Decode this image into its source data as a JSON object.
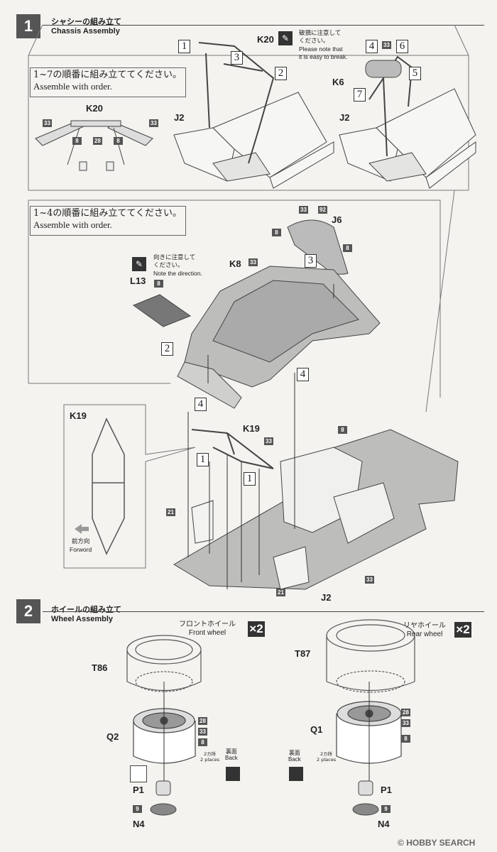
{
  "step1": {
    "number": "1",
    "title_jp": "シャシーの組み立て",
    "title_en": "Chassis Assembly",
    "order_box1": {
      "jp": "1~7の順番に組み立ててください。",
      "en": "Assemble with order."
    },
    "order_box2": {
      "jp": "1~4の順番に組み立ててください。",
      "en": "Assemble with order."
    },
    "break_note": {
      "jp1": "破損に注意して",
      "jp2": "ください。",
      "en1": "Please note that",
      "en2": "it is easy to break."
    },
    "direction_note": {
      "jp1": "向きに注意して",
      "jp2": "ください。",
      "en": "Note the direction."
    },
    "k19_direction": {
      "jp": "前方向",
      "en": "Forword"
    },
    "labels": {
      "k20_inset": "K20",
      "k20_main": "K20",
      "j2_left": "J2",
      "j2_right": "J2",
      "k6": "K6",
      "j6": "J6",
      "k8": "K8",
      "l13": "L13",
      "k19_inset": "K19",
      "k19": "K19",
      "j2_main": "J2"
    },
    "color_codes": {
      "c33": "33",
      "c8": "8",
      "c28": "28",
      "c92": "92",
      "c21": "21"
    },
    "step_numbers": [
      "1",
      "2",
      "3",
      "4",
      "5",
      "6",
      "7"
    ]
  },
  "step2": {
    "number": "2",
    "title_jp": "ホイールの組み立て",
    "title_en": "Wheel Assembly",
    "front": {
      "name_jp": "フロントホイール",
      "name_en": "Front wheel",
      "qty": "×2",
      "tire": "T86",
      "wheel": "Q2",
      "cap": "P1",
      "nut": "N4"
    },
    "rear": {
      "name_jp": "リヤホイール",
      "name_en": "Rear wheel",
      "qty": "×2",
      "tire": "T87",
      "wheel": "Q1",
      "cap": "P1",
      "nut": "N4"
    },
    "places": {
      "jp": "2カ所",
      "en": "2 places"
    },
    "back": {
      "jp": "裏面",
      "en": "Back"
    },
    "codes": {
      "c28": "28",
      "c33": "33",
      "c8": "8",
      "c9": "9"
    }
  },
  "watermark": {
    "brand": "HOBBY SEARCH",
    "mark": "©"
  }
}
